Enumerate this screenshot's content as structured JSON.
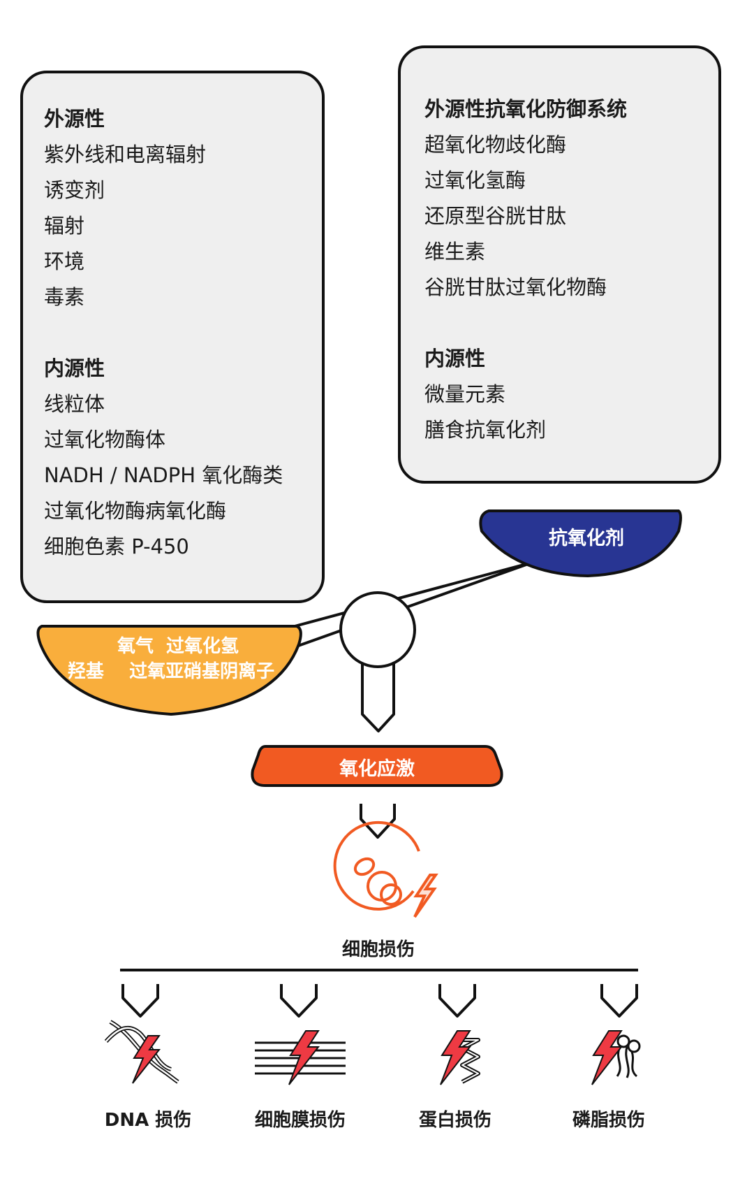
{
  "left_box": {
    "exogenous_title": "外源性",
    "exogenous_items": [
      "紫外线和电离辐射",
      "诱变剂",
      "辐射",
      "环境",
      "毒素"
    ],
    "endogenous_title": "内源性",
    "endogenous_items": [
      "线粒体",
      "过氧化物酶体",
      "NADH / NADPH 氧化酶类",
      "过氧化物酶病氧化酶",
      "细胞色素 P-450"
    ]
  },
  "right_box": {
    "exogenous_title": "外源性抗氧化防御系统",
    "exogenous_items": [
      "超氧化物歧化酶",
      "过氧化氢酶",
      "还原型谷胱甘肽",
      "维生素",
      "谷胱甘肽过氧化物酶"
    ],
    "endogenous_title": "内源性",
    "endogenous_items": [
      "微量元素",
      "膳食抗氧化剂"
    ]
  },
  "scale": {
    "right_pan_label": "抗氧化剂",
    "left_pan_line1": "氧气  过氧化氢",
    "left_pan_line2": "羟基    过氧亚硝基阴离子"
  },
  "oxidative_stress": "氧化应激",
  "cell_damage": "细胞损伤",
  "damage_types": [
    "DNA 损伤",
    "细胞膜损伤",
    "蛋白损伤",
    "磷脂损伤"
  ],
  "colors": {
    "antioxidant_pan": "#283593",
    "oxidant_pan": "#f9ae3c",
    "stress": "#f15a22",
    "damage_icon": "#ee3a43",
    "box_bg": "#efefef"
  }
}
